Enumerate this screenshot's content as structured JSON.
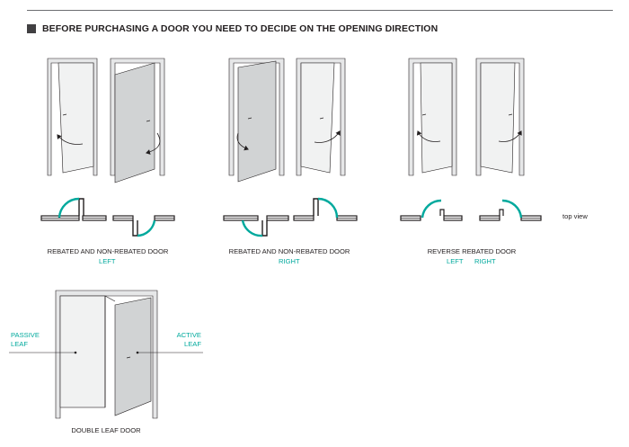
{
  "header": {
    "title": "BEFORE PURCHASING A DOOR YOU NEED TO DECIDE ON THE OPENING DIRECTION"
  },
  "colors": {
    "accent": "#00a99d",
    "frame": "#e6e7e8",
    "door_light": "#f1f2f2",
    "door_dark": "#d1d3d4",
    "outline": "#231f20"
  },
  "groups": [
    {
      "title": "REBATED AND NON-REBATED DOOR",
      "directions": [
        "LEFT"
      ]
    },
    {
      "title": "REBATED AND NON-REBATED DOOR",
      "directions": [
        "RIGHT"
      ]
    },
    {
      "title": "REVERSE REBATED DOOR",
      "directions": [
        "LEFT",
        "RIGHT"
      ]
    }
  ],
  "top_view_label": "top view",
  "double_leaf": {
    "title": "DOUBLE LEAF DOOR",
    "passive_label": [
      "PASSIVE",
      "LEAF"
    ],
    "active_label": [
      "ACTIVE",
      "LEAF"
    ]
  }
}
